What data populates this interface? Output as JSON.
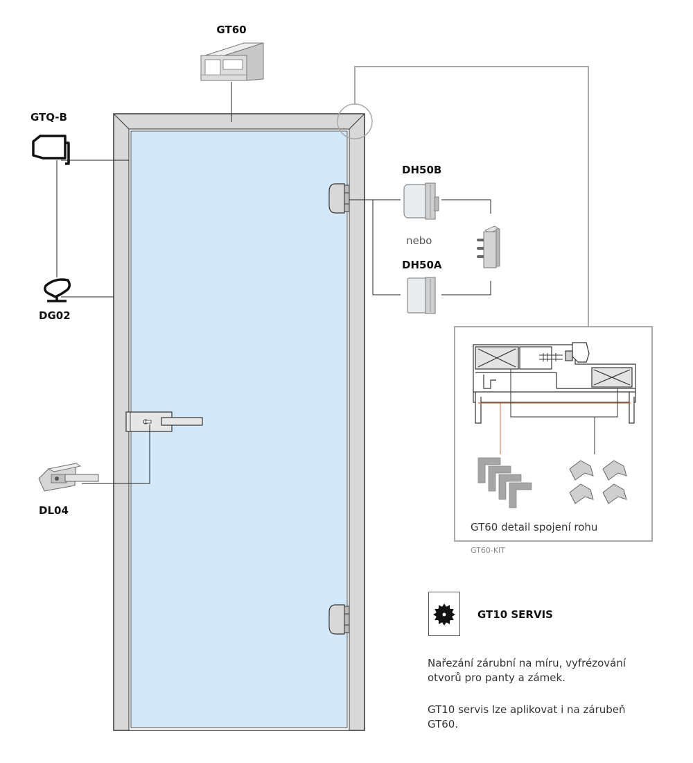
{
  "labels": {
    "gt60": "GT60",
    "gtqb": "GTQ-B",
    "dg02": "DG02",
    "dl04": "DL04",
    "dh50b": "DH50B",
    "nebo": "nebo",
    "dh50a": "DH50A"
  },
  "detail_box": {
    "caption": "GT60 detail spojení rohu",
    "kit_label": "GT60-KIT"
  },
  "servis": {
    "title": "GT10 SERVIS",
    "icon": "saw-blade-icon",
    "text1_line1": "Nařezání zárubní na míru, vyfrézování",
    "text1_line2": "otvorů pro panty a zámek.",
    "text2_line1": "GT10 servis lze aplikovat i na zárubeň",
    "text2_line2": "GT60."
  },
  "colors": {
    "glass": "#d3e9f9",
    "frame": "#d8d8d8",
    "frame_stroke": "#333333",
    "leader": "#222222",
    "callout": "#a9a9a9",
    "measure": "#c56b3a"
  }
}
